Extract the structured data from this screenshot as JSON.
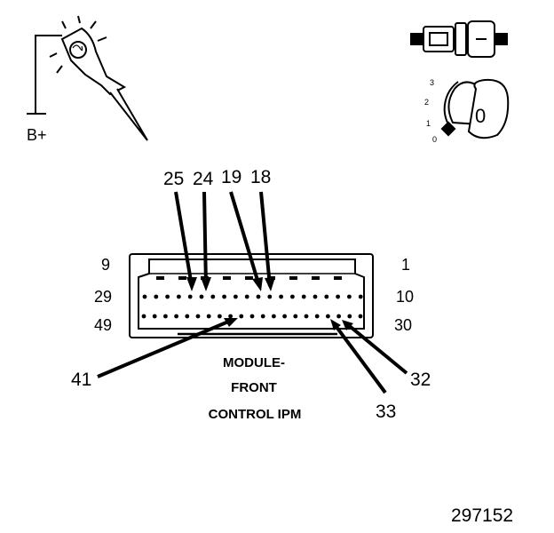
{
  "probe": {
    "label": "B+"
  },
  "ignition": {
    "positions": [
      "3",
      "2",
      "1",
      "0"
    ],
    "key_position": "0"
  },
  "callouts": {
    "p25": "25",
    "p24": "24",
    "p19": "19",
    "p18": "18",
    "p41": "41",
    "p33": "33",
    "p32": "32"
  },
  "row_labels": {
    "top_left": "9",
    "top_right": "1",
    "mid_left": "29",
    "mid_right": "10",
    "bot_left": "49",
    "bot_right": "30"
  },
  "module": {
    "line1": "MODULE-",
    "line2": "FRONT",
    "line3": "CONTROL IPM"
  },
  "figure_number": "297152"
}
